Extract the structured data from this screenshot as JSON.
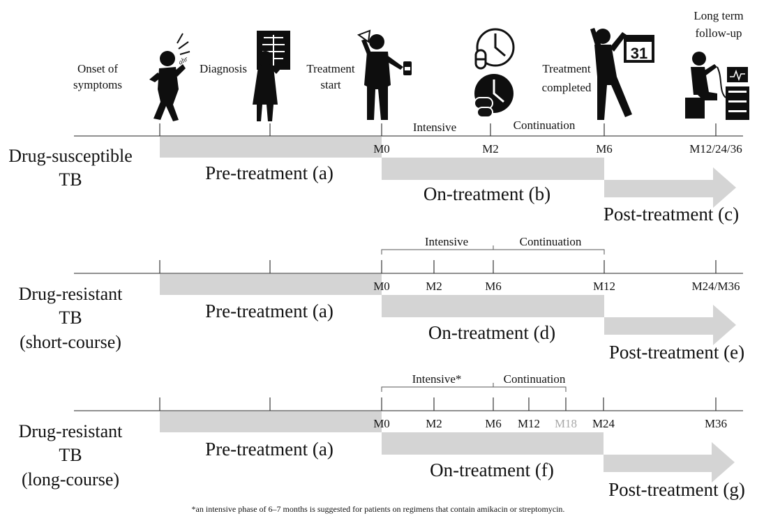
{
  "stages": {
    "onset": "Onset of symptoms",
    "onset_l1": "Onset of",
    "onset_l2": "symptoms",
    "diagnosis": "Diagnosis",
    "treatment_start_l1": "Treatment",
    "treatment_start_l2": "start",
    "treatment_completed_l1": "Treatment",
    "treatment_completed_l2": "completed",
    "followup_l1": "Long term",
    "followup_l2": "follow-up",
    "calendar_day": "31"
  },
  "icons": [
    "coughing-person-icon",
    "xray-review-icon",
    "medication-person-icon",
    "pill-clock-icon",
    "celebrating-person-calendar-icon",
    "medical-examination-icon"
  ],
  "rows": [
    {
      "name_lines": [
        "Drug-susceptible",
        "TB"
      ],
      "phase_labels": {
        "intensive": "Intensive",
        "continuation": "Continuation"
      },
      "ticks": [
        "M0",
        "M2",
        "M6",
        "M12/24/36"
      ],
      "pre": "Pre-treatment (a)",
      "on": "On-treatment (b)",
      "post": "Post-treatment (c)"
    },
    {
      "name_lines": [
        "Drug-resistant",
        "TB",
        "(short-course)"
      ],
      "phase_labels": {
        "intensive": "Intensive",
        "continuation": "Continuation"
      },
      "ticks": [
        "M0",
        "M2",
        "M6",
        "M12",
        "M24/M36"
      ],
      "pre": "Pre-treatment (a)",
      "on": "On-treatment (d)",
      "post": "Post-treatment (e)"
    },
    {
      "name_lines": [
        "Drug-resistant",
        "TB",
        "(long-course)"
      ],
      "phase_labels": {
        "intensive": "Intensive*",
        "continuation": "Continuation"
      },
      "ticks": [
        "M0",
        "M2",
        "M6",
        "M12",
        "M18",
        "M24",
        "M36"
      ],
      "pre": "Pre-treatment (a)",
      "on": "On-treatment (f)",
      "post": "Post-treatment (g)"
    }
  ],
  "colors": {
    "bar": "#d4d4d4",
    "axis": "#222222",
    "muted_tick": "#a8a8a8"
  },
  "footnote": "*an intensive phase of 6–7 months is suggested for patients on regimens that contain amikacin or streptomycin."
}
